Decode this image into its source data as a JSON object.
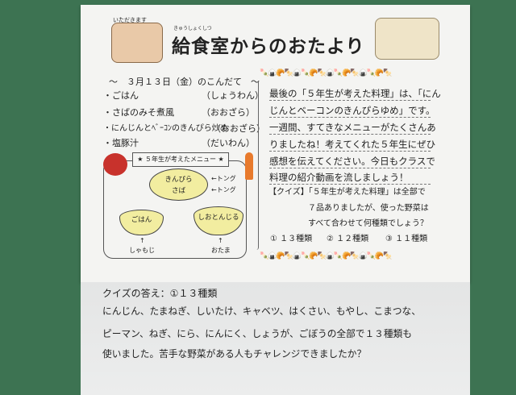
{
  "header": {
    "greeting": "いただきます",
    "title": "給食室からのおたより",
    "title_ruby": "きゅうしょくしつ"
  },
  "menu": {
    "heading": "～　３月１３日（金）のこんだて　～",
    "items": [
      {
        "name": "・ごはん",
        "dish": "（しょうわん）"
      },
      {
        "name": "・さばのみそ煮風",
        "dish": "（おおざら）"
      },
      {
        "name": "・にんじんとﾍﾞｰｺﾝのきんぴら炒め",
        "dish": "（おおざら）"
      },
      {
        "name": "・塩豚汁",
        "dish": "（だいわん）"
      }
    ]
  },
  "diagram": {
    "banner": "★ ５年生が考えたメニュー ★",
    "big_bowl": [
      "きんぴら",
      "さば"
    ],
    "tongs": [
      "←トング",
      "←トング"
    ],
    "rice_bowl": "ごはん",
    "soup_bowl": "しおとんじる",
    "rice_tool": "しゃもじ",
    "soup_tool": "おたま",
    "arrow": "↑"
  },
  "message": {
    "lines": [
      "最後の「５年生が考えた料理」は、「にん",
      "じんとベーコンのきんぴらゆめ」です。",
      "一週間、すてきなメニューがたくさんあ",
      "りましたね！考えてくれた５年生にぜひ",
      "感想を伝えてください。今日もクラスで",
      "料理の紹介動画を流しましょう！"
    ]
  },
  "quiz": {
    "lines": [
      "【クイズ】「５年生が考えた料理」は全部で",
      "７品ありましたが、使った野菜は",
      "すべて合わせて何種類でしょう？"
    ],
    "options": [
      "① １３種類",
      "② １２種類",
      "③ １１種類"
    ]
  },
  "answer": {
    "heading": "クイズの答え：①１３種類",
    "lines": [
      "にんじん、たまねぎ、しいたけ、キャベツ、はくさい、もやし、こまつな、",
      "ピーマン、ねぎ、にら、にんにく、しょうが、ごぼうの全部で１３種類も",
      "使いました。苦手な野菜がある人もチャレンジできましたか？"
    ]
  }
}
